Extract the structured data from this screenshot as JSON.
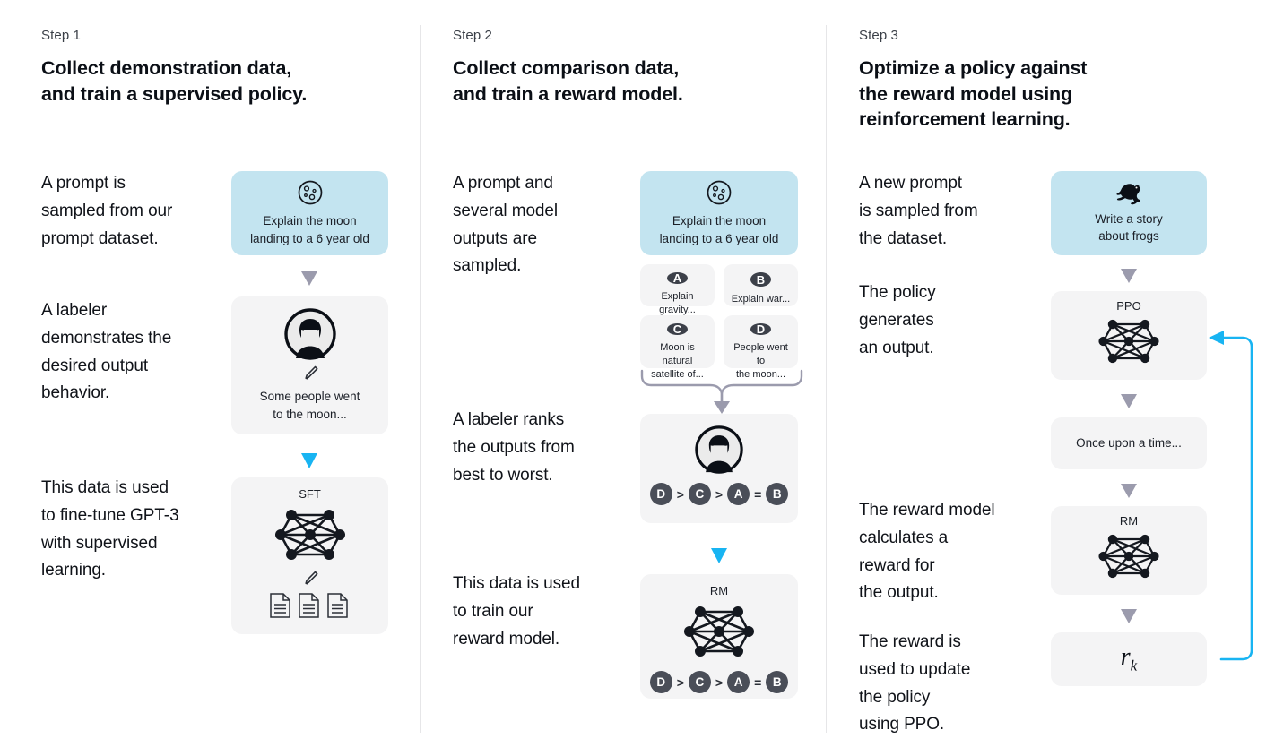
{
  "diagram": {
    "title": "RLHF three-step training diagram",
    "colors": {
      "prompt_box": "#c3e4f0",
      "neutral_box": "#f4f4f5",
      "gray_arrow": "#9b9bad",
      "blue_arrow": "#18b4f2",
      "badge_dark": "#3c4049",
      "divider": "#e6e6e8"
    }
  },
  "steps": [
    {
      "label": "Step 1",
      "title": "Collect demonstration data,\nand train a supervised policy.",
      "title_line1": "Collect demonstration data,",
      "title_line2": "and train a supervised policy.",
      "descriptions": [
        "A prompt is\nsampled from our\nprompt dataset.",
        "A labeler\ndemonstrates the\ndesired output\nbehavior.",
        "This data is used\nto fine-tune GPT-3\nwith supervised\nlearning."
      ],
      "prompt_card": {
        "icon": "moon-icon",
        "text": "Explain the moon\nlanding to a 6 year old"
      },
      "labeler_card": {
        "icon": "labeler-avatar-icon",
        "pencil": "pencil-icon",
        "text": "Some people went\nto the moon..."
      },
      "model_card": {
        "title": "SFT",
        "network": "neural-network-icon",
        "pencil": "pencil-icon",
        "documents": "documents-icon"
      }
    },
    {
      "label": "Step 2",
      "title": "Collect comparison data,\nand train a reward model.",
      "title_line1": "Collect comparison data,",
      "title_line2": "and train a reward model.",
      "descriptions": [
        "A prompt and\nseveral model\noutputs are\nsampled.",
        "A labeler ranks\nthe outputs from\nbest to worst.",
        "This data is used\nto train our\nreward model."
      ],
      "prompt_card": {
        "icon": "moon-icon",
        "text": "Explain the moon\nlanding to a 6 year old"
      },
      "outputs": [
        {
          "badge": "A",
          "text": "Explain gravity..."
        },
        {
          "badge": "B",
          "text": "Explain war..."
        },
        {
          "badge": "C",
          "text": "Moon is natural\nsatellite of..."
        },
        {
          "badge": "D",
          "text": "People went to\nthe moon..."
        }
      ],
      "ranking": [
        "D",
        ">",
        "C",
        ">",
        "A",
        "=",
        "B"
      ],
      "labeler_card": {
        "icon": "labeler-avatar-icon"
      },
      "model_card": {
        "title": "RM",
        "network": "neural-network-icon"
      }
    },
    {
      "label": "Step 3",
      "title": "Optimize a policy against\nthe reward model using\nreinforcement learning.",
      "title_line1": "Optimize a policy against",
      "title_line2": "the reward model using",
      "title_line3": "reinforcement learning.",
      "descriptions": [
        "A new prompt\nis sampled from\nthe dataset.",
        "The policy\ngenerates\nan output.",
        "The reward model\ncalculates a\nreward for\nthe output.",
        "The reward is\nused to update\nthe policy\nusing PPO."
      ],
      "prompt_card": {
        "icon": "frog-icon",
        "text": "Write a story\nabout frogs"
      },
      "policy_card": {
        "title": "PPO",
        "network": "neural-network-icon"
      },
      "output_card": {
        "text": "Once upon a time..."
      },
      "reward_card": {
        "title": "RM",
        "network": "neural-network-icon"
      },
      "reward_value": {
        "symbol": "r",
        "subscript": "k"
      }
    }
  ]
}
